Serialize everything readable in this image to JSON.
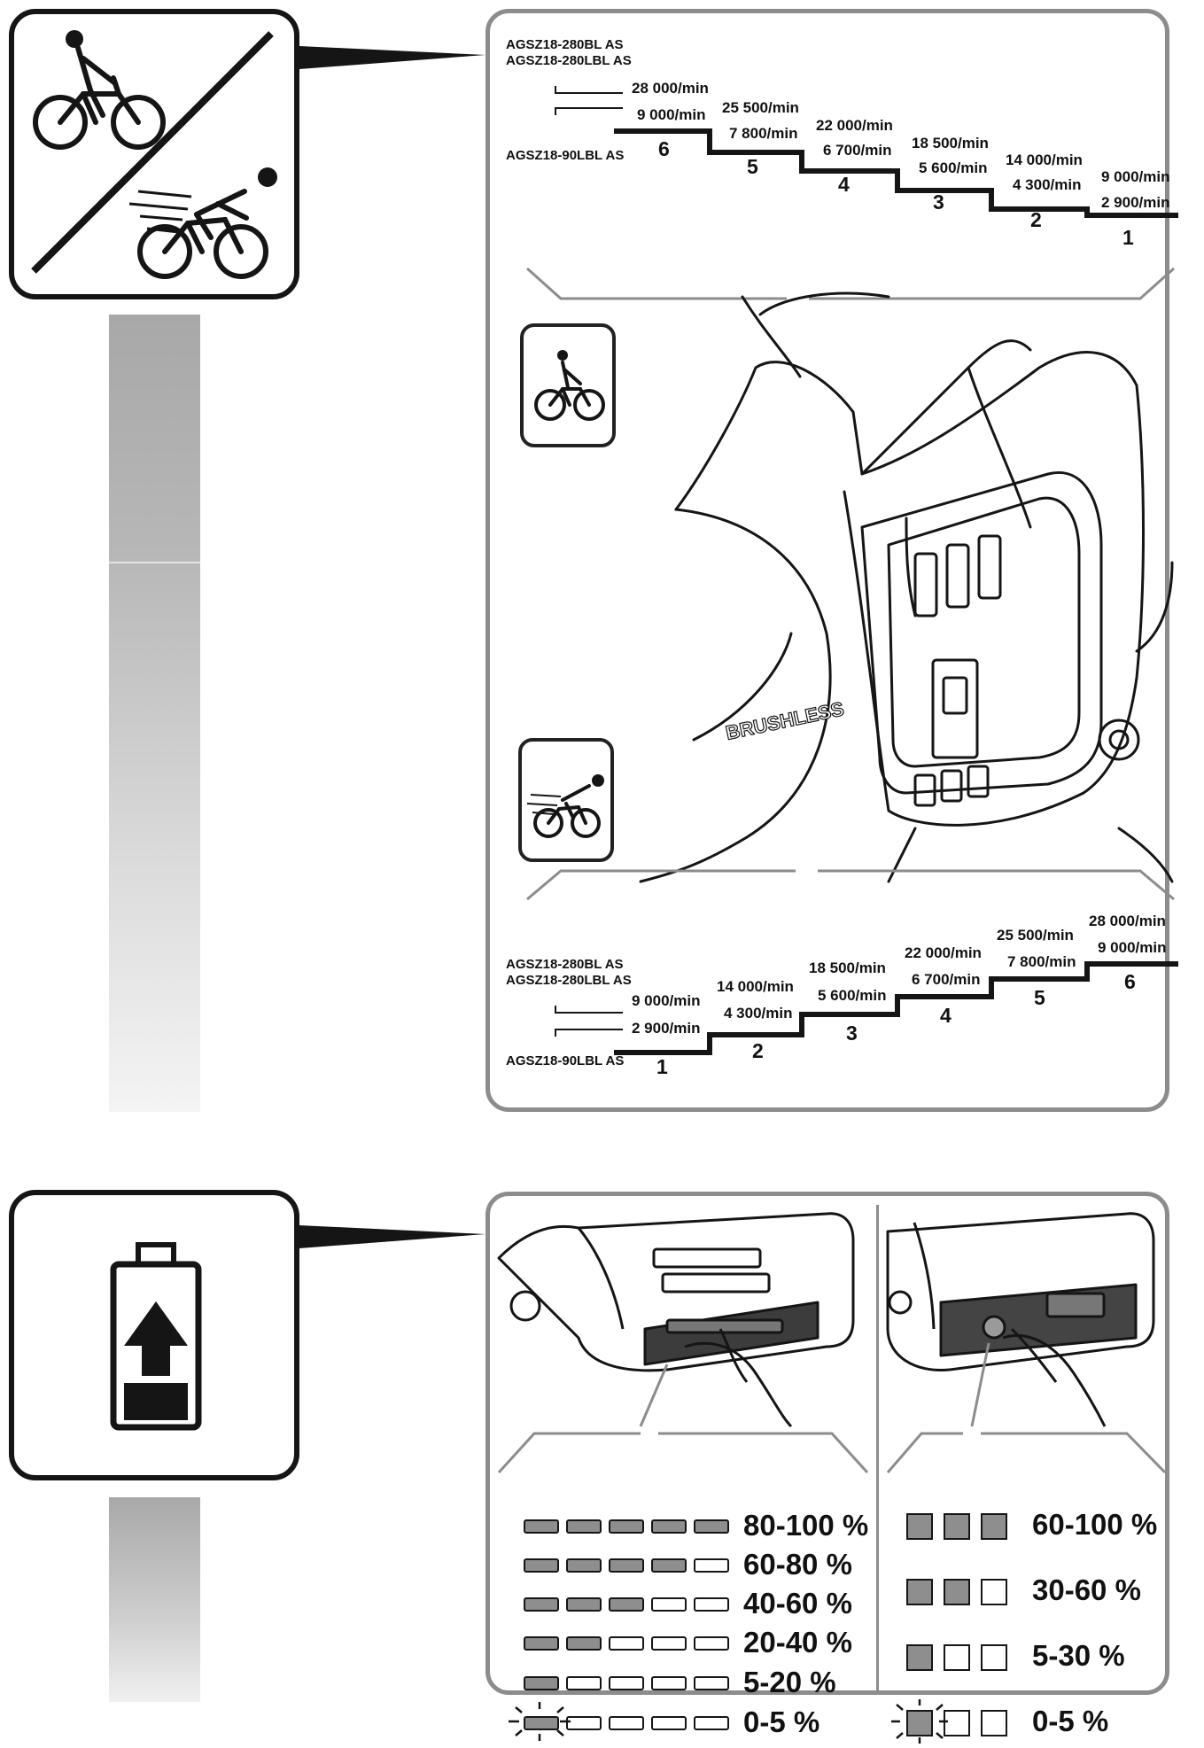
{
  "speed_section": {
    "models": {
      "top_high": "AGSZ18-280BL AS",
      "top_high2": "AGSZ18-280LBL AS",
      "top_low": "AGSZ18-90LBL AS",
      "bottom_high": "AGSZ18-280BL AS",
      "bottom_high2": "AGSZ18-280LBL AS",
      "bottom_low": "AGSZ18-90LBL AS"
    },
    "descending_steps": [
      {
        "step": "6",
        "high": "28 000/min",
        "low": "9 000/min"
      },
      {
        "step": "5",
        "high": "25 500/min",
        "low": "7 800/min"
      },
      {
        "step": "4",
        "high": "22 000/min",
        "low": "6 700/min"
      },
      {
        "step": "3",
        "high": "18 500/min",
        "low": "5 600/min"
      },
      {
        "step": "2",
        "high": "14 000/min",
        "low": "4 300/min"
      },
      {
        "step": "1",
        "high": "9 000/min",
        "low": "2 900/min"
      }
    ],
    "ascending_steps": [
      {
        "step": "1",
        "high": "9 000/min",
        "low": "2 900/min"
      },
      {
        "step": "2",
        "high": "14 000/min",
        "low": "4 300/min"
      },
      {
        "step": "3",
        "high": "18 500/min",
        "low": "5 600/min"
      },
      {
        "step": "4",
        "high": "22 000/min",
        "low": "6 700/min"
      },
      {
        "step": "5",
        "high": "25 500/min",
        "low": "7 800/min"
      },
      {
        "step": "6",
        "high": "28 000/min",
        "low": "9 000/min"
      }
    ],
    "device_label": "BRUSHLESS"
  },
  "battery_section": {
    "five_led_levels": [
      "80-100 %",
      "60-80 %",
      "40-60 %",
      "20-40 %",
      "5-20 %",
      "0-5 %"
    ],
    "five_led_lit": [
      5,
      4,
      3,
      2,
      1,
      1
    ],
    "three_led_levels": [
      "60-100 %",
      "30-60 %",
      "5-30 %",
      "0-5 %"
    ],
    "three_led_lit": [
      3,
      2,
      1,
      1
    ]
  },
  "icons": {
    "speed_main": "cyclist-slow-fast-icon",
    "slow": "cyclist-slow-icon",
    "fast": "cyclist-fast-icon",
    "battery": "battery-charge-icon",
    "blink": "blinking-led-icon"
  },
  "colors": {
    "led_on": "#8e8e8e",
    "panel_border": "#8c8c8c",
    "frame": "#151515"
  }
}
